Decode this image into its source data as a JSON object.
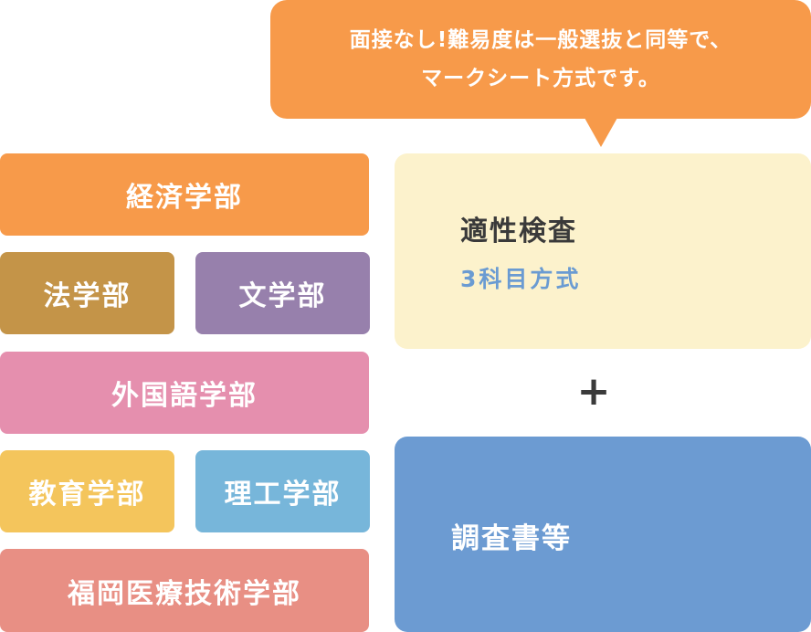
{
  "bubble": {
    "line1": "面接なし!難易度は一般選抜と同等で、",
    "line2": "マークシート方式です。"
  },
  "faculties": {
    "economics": "経済学部",
    "law": "法学部",
    "literature": "文学部",
    "foreign_languages": "外国語学部",
    "education": "教育学部",
    "science_engineering": "理工学部",
    "medical_technology": "福岡医療技術学部"
  },
  "aptitude": {
    "title": "適性検査",
    "subtitle": "3科目方式"
  },
  "plus_symbol": "+",
  "documents": {
    "label": "調査書等"
  },
  "colors": {
    "orange": "#f79a4a",
    "law_brown": "#c49448",
    "literature_purple": "#9780ac",
    "foreign_pink": "#e58fae",
    "education_yellow": "#f4c55c",
    "science_blue": "#77b6da",
    "medical_salmon": "#e88f84",
    "aptitude_cream": "#fcf2cc",
    "documents_blue": "#6c9bd2",
    "subtitle_blue": "#6a9bd2"
  }
}
